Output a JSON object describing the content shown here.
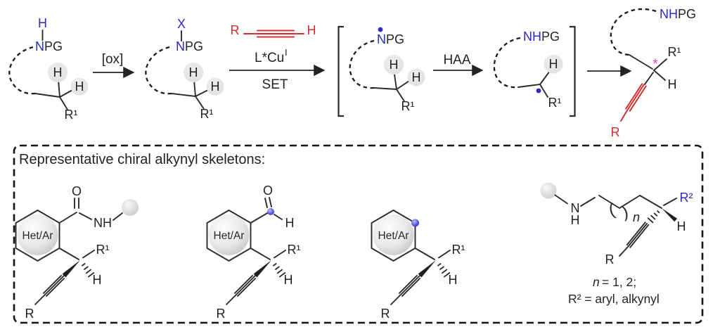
{
  "colors": {
    "heteroatom_blue": "#2b2bbf",
    "alkyne_red": "#d42a2e",
    "stereocenter_magenta": "#e93fd5",
    "bond_black": "#2b2b2b",
    "h_highlight_gray": "#e6e6e6"
  },
  "top_scheme": {
    "substrate": {
      "amine_h": "H",
      "n": "N",
      "pg": "PG",
      "h1": "H",
      "h2": "H",
      "r1": "R¹"
    },
    "step1_label": "[ox]",
    "activated_substrate": {
      "x": "X",
      "n": "N",
      "pg": "PG",
      "h1": "H",
      "h2": "H",
      "r1": "R¹"
    },
    "step2": {
      "alkyne_r": "R",
      "alkyne_h": "H",
      "catalyst": "L*Cu",
      "catalyst_oxidation_state": "I",
      "mechanism": "SET"
    },
    "nitrogen_radical": {
      "n": "N",
      "pg": "PG",
      "h1": "H",
      "h2": "H",
      "r1": "R¹"
    },
    "step3_label": "HAA",
    "carbon_radical": {
      "nh": "NH",
      "pg": "PG",
      "h": "H",
      "r1": "R¹"
    },
    "product": {
      "nh": "NH",
      "pg": "PG",
      "r1": "R¹",
      "h": "H",
      "stereo_star": "*",
      "alkyne_r": "R"
    }
  },
  "skeleton_panel": {
    "title": "Representative chiral alkynyl skeletons:",
    "amide": {
      "ring": "Het/Ar",
      "o": "O",
      "nh": "NH",
      "r1": "R¹",
      "h": "H",
      "r": "R"
    },
    "aldehyde": {
      "ring": "Het/Ar",
      "o": "O",
      "r1": "R¹",
      "h": "H",
      "r": "R",
      "h_formyl": "H"
    },
    "heteroaryl": {
      "ring": "Het/Ar",
      "r1": "R¹",
      "h": "H",
      "r": "R"
    },
    "amine": {
      "n": "N",
      "h_on_n": "H",
      "paren_open": "(",
      "paren_close": ")",
      "repeat_var": "n",
      "r2": "R²",
      "h": "H",
      "r": "R"
    },
    "legend": {
      "var": "n",
      "line1_rest": "= 1, 2;",
      "line2": "R² = aryl, alkynyl"
    }
  }
}
